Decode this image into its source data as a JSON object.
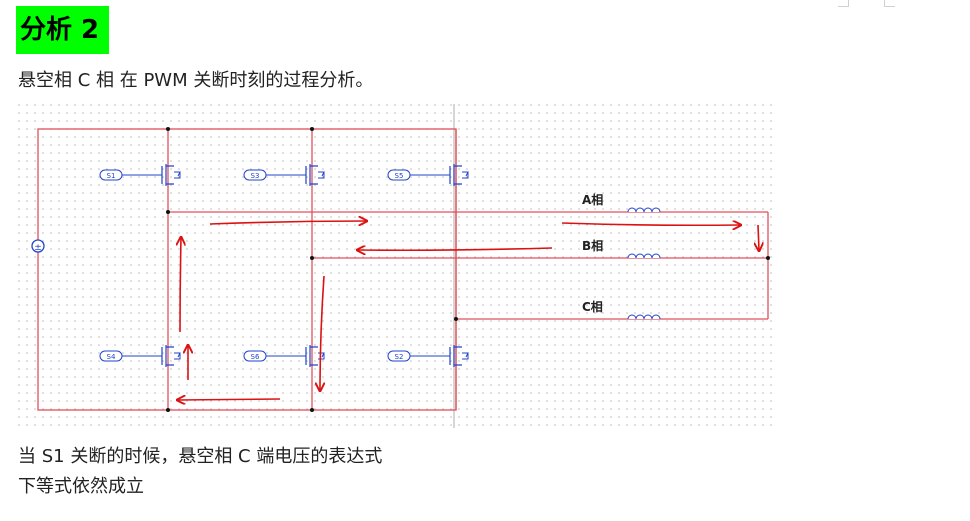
{
  "heading": "分析 2",
  "intro": "悬空相 C 相  在 PWM 关断时刻的过程分析。",
  "switches": [
    "S1",
    "S3",
    "S5",
    "S4",
    "S6",
    "S2"
  ],
  "phases": [
    "A相",
    "B相",
    "C相"
  ],
  "source_symbol": "±",
  "caption_line1": "当 S1 关断的时候，悬空相 C 端电压的表达式",
  "caption_line2": "下等式依然成立",
  "colors": {
    "heading_bg": "#00ff00",
    "wire": "#e0505a",
    "current_arrow": "#dd1111",
    "component": "#2244cc"
  }
}
